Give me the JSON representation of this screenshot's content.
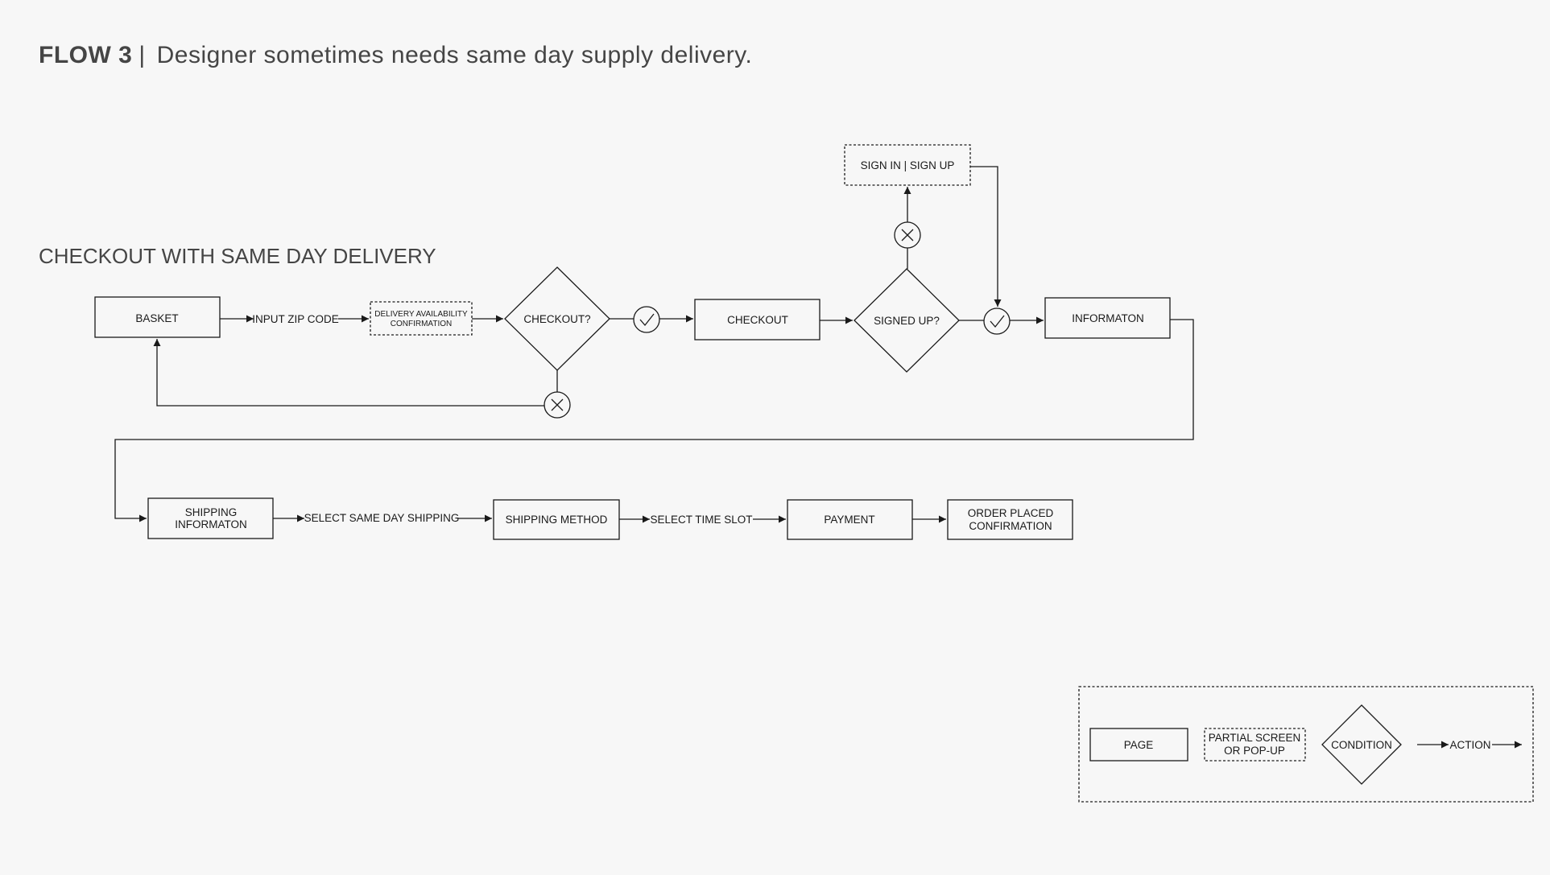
{
  "header": {
    "flow_label": "FLOW 3",
    "separator": "|",
    "description": "Designer sometimes needs same day supply delivery."
  },
  "section_title": "CHECKOUT WITH SAME DAY DELIVERY",
  "nodes": {
    "basket": "BASKET",
    "delivery_confirmation": [
      "DELIVERY AVAILABILITY",
      "CONFIRMATION"
    ],
    "checkout_condition": "CHECKOUT?",
    "checkout": "CHECKOUT",
    "signed_up_condition": "SIGNED UP?",
    "sign_in": "SIGN IN | SIGN UP",
    "information": "INFORMATON",
    "shipping_information": [
      "SHIPPING",
      "INFORMATON"
    ],
    "shipping_method": "SHIPPING METHOD",
    "payment": "PAYMENT",
    "order_placed": [
      "ORDER PLACED",
      "CONFIRMATION"
    ]
  },
  "actions": {
    "input_zip": "INPUT ZIP CODE",
    "select_same_day": "SELECT SAME DAY SHIPPING",
    "select_time_slot": "SELECT TIME SLOT"
  },
  "legend": {
    "page": "PAGE",
    "partial": [
      "PARTIAL SCREEN",
      "OR POP-UP"
    ],
    "condition": "CONDITION",
    "action": "ACTION"
  },
  "colors": {
    "stroke": "#1a1a1a",
    "text": "#1a1a1a",
    "header_text": "#454545",
    "background": "#f7f7f7"
  }
}
